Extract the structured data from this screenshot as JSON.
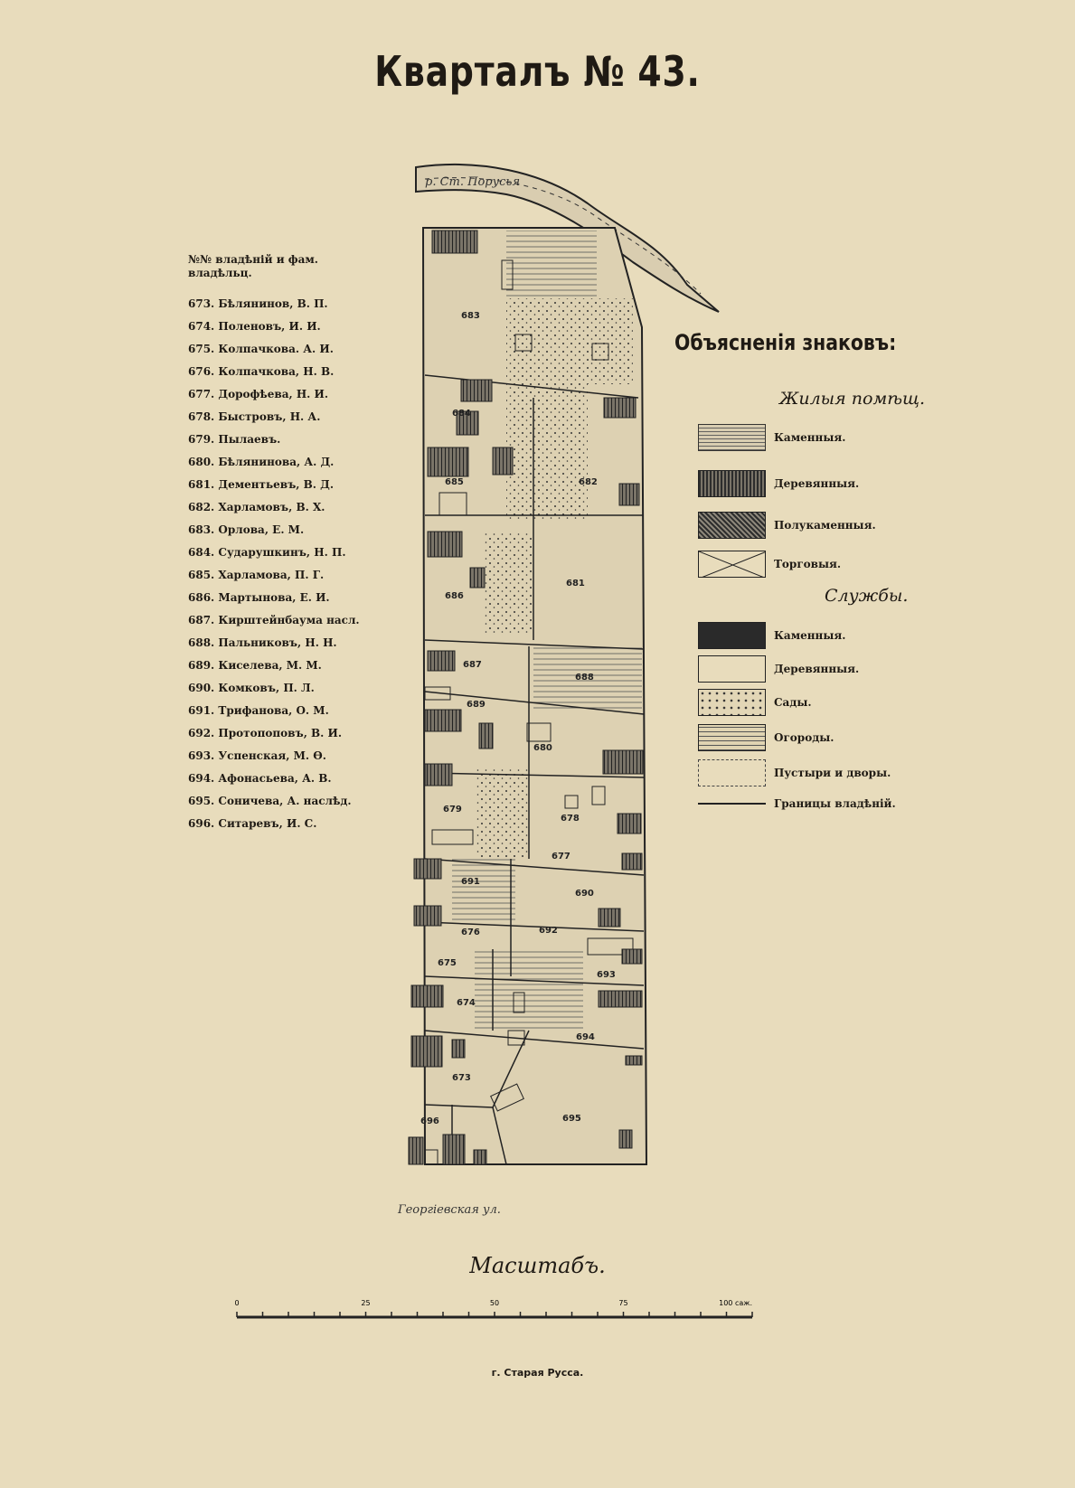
{
  "title": "Кварталъ № 43.",
  "owners_header": "№№ владѣній и фам. владѣльц.",
  "owners": [
    "673. Бѣлянинов, В. П.",
    "674. Поленовъ, И. И.",
    "675. Колпачкова. А. И.",
    "676. Колпачкова, Н. В.",
    "677. Дорофѣева, Н. И.",
    "678. Быстровъ, Н. А.",
    "679. Пылаевъ.",
    "680. Бѣлянинова, А. Д.",
    "681. Дементьевъ, В. Д.",
    "682. Харламовъ, В. Х.",
    "683. Орлова, Е. М.",
    "684. Сударушкинъ, Н. П.",
    "685. Харламова, П. Г.",
    "686. Мартынова, Е. И.",
    "687. Кирштейнбаума насл.",
    "688. Пальниковъ, Н. Н.",
    "689. Киселева, М. М.",
    "690. Комковъ, П. Л.",
    "691. Трифанова, О. М.",
    "692. Протопоповъ, В. И.",
    "693. Успенская, М. Ѳ.",
    "694. Афонасьева, А. В.",
    "695. Соничева, А. наслѣд.",
    "696. Ситаревъ, И. С."
  ],
  "legend": {
    "title": "Объясненія знаковъ:",
    "residential_heading": "Жилыя помѣщ.",
    "residential": [
      "Каменныя.",
      "Деревянныя.",
      "Полукаменныя.",
      "Торговыя."
    ],
    "services_heading": "Службы.",
    "services": [
      "Каменныя.",
      "Деревянныя.",
      "Сады.",
      "Огороды.",
      "Пустыри и дворы.",
      "Границы владѣнiй."
    ]
  },
  "map": {
    "river_label": "р. Ст. Порусья",
    "street_label": "Георгiевская ул.",
    "plot_numbers": [
      "683",
      "684",
      "685",
      "682",
      "681",
      "686",
      "687",
      "688",
      "689",
      "680",
      "679",
      "678",
      "677",
      "690",
      "691",
      "676",
      "692",
      "675",
      "693",
      "674",
      "694",
      "673",
      "695",
      "696"
    ]
  },
  "scale": {
    "title": "Масштабъ.",
    "ticks": [
      "0",
      "25",
      "50",
      "75",
      "100 саж."
    ]
  },
  "footer": "г. Старая Русса."
}
